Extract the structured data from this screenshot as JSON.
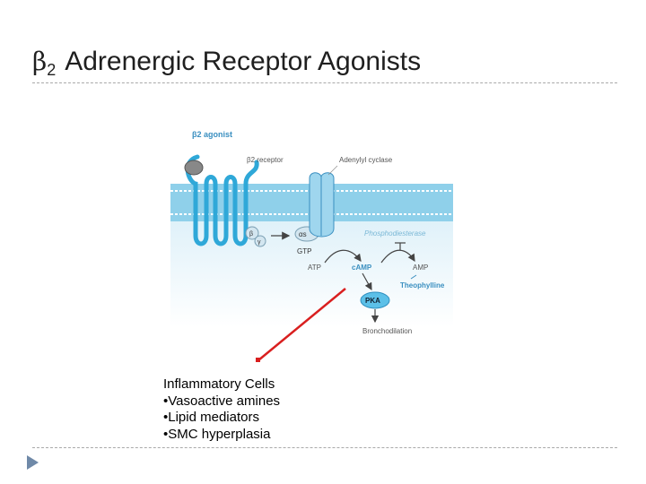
{
  "slide": {
    "title_symbol": "β",
    "title_subscript": "2",
    "title_text": "Adrenergic Receptor Agonists"
  },
  "diagram": {
    "agonist_label": "β2 agonist",
    "receptor_label": "β2 receptor",
    "cyclase_label": "Adenylyl cyclase",
    "beta_label": "β",
    "gamma_label": "γ",
    "alpha_label": "αs",
    "gtp_label": "GTP",
    "pde_label": "Phosphodiesterase",
    "atp_label": "ATP",
    "camp_label": "cAMP",
    "amp_label": "AMP",
    "theophylline_label": "Theophylline",
    "pka_label": "PKA",
    "bronchodilation_label": "Bronchodilation"
  },
  "inflammatory": {
    "heading": "Inflammatory Cells",
    "items": [
      "•Vasoactive amines",
      "•Lipid mediators",
      "•SMC hyperplasia"
    ]
  },
  "colors": {
    "membrane": "#8fd0ea",
    "receptor": "#2fa8d8",
    "text_dark": "#555555",
    "text_blue": "#3a8fc0",
    "red_arrow": "#d91f1f"
  }
}
